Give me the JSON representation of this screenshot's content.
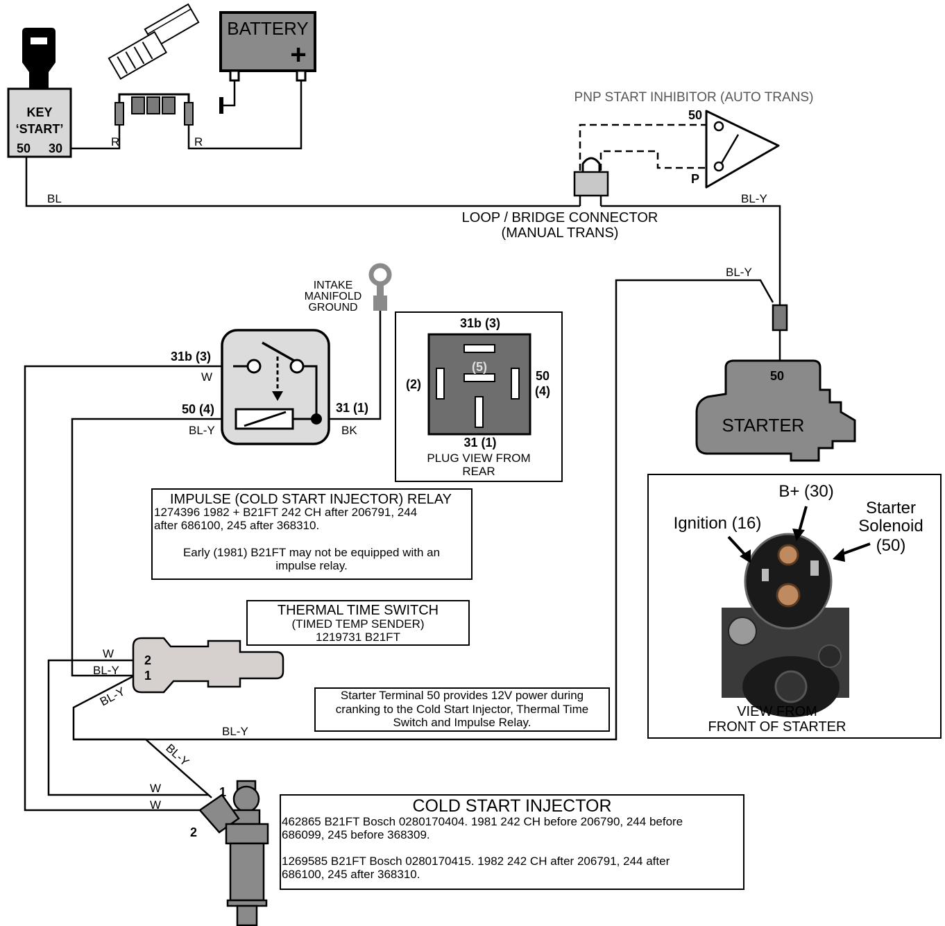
{
  "key_switch": {
    "line1": "KEY",
    "line2": "‘START’",
    "pin_50": "50",
    "pin_30": "30"
  },
  "battery": {
    "label": "BATTERY",
    "plus": "+"
  },
  "inhibitor": {
    "title": "PNP START INHIBITOR (AUTO TRANS)",
    "pin_50": "50",
    "pin_p": "P"
  },
  "bridge": {
    "line1": "LOOP / BRIDGE CONNECTOR",
    "line2": "(MANUAL TRANS)"
  },
  "ground": {
    "line1": "INTAKE",
    "line2": "MANIFOLD",
    "line3": "GROUND"
  },
  "relay": {
    "pin_31b": "31b (3)",
    "pin_50": "50 (4)",
    "pin_31": "31 (1)",
    "wire_w": "W",
    "wire_bly": "BL-Y",
    "wire_bk": "BK",
    "info_title": "IMPULSE (COLD START INJECTOR) RELAY",
    "info_line1": "1274396 1982 + B21FT 242 CH after 206791, 244",
    "info_line2": "after 686100, 245 after 368310.",
    "info_line3": "Early (1981) B21FT may not be equipped with an",
    "info_line4": "impulse relay."
  },
  "plug": {
    "top": "31b (3)",
    "center": "(5)",
    "left": "(2)",
    "right_a": "50",
    "right_b": "(4)",
    "bottom": "31 (1)",
    "caption1": "PLUG VIEW FROM",
    "caption2": "REAR"
  },
  "starter": {
    "label": "STARTER",
    "terminal": "50"
  },
  "starter_view": {
    "b_plus": "B+ (30)",
    "ignition": "Ignition (16)",
    "solenoid1": "Starter",
    "solenoid2": "Solenoid",
    "solenoid3": "(50)",
    "caption1": "VIEW FROM",
    "caption2": "FRONT OF STARTER"
  },
  "tts": {
    "title": "THERMAL TIME SWITCH",
    "line2": "(TIMED TEMP SENDER)",
    "line3": "1219731 B21FT",
    "pin2": "2",
    "pin1": "1"
  },
  "note": {
    "line1": "Starter Terminal 50 provides 12V power during",
    "line2": "cranking to the Cold Start Injector, Thermal Time",
    "line3": "Switch and Impulse Relay."
  },
  "injector": {
    "title": "COLD START INJECTOR",
    "line1": "462865 B21FT Bosch 0280170404. 1981 242 CH before 206790, 244 before",
    "line2": "686099, 245 before 368309.",
    "line3": "1269585 B21FT Bosch 0280170415. 1982 242 CH after 206791, 244 after",
    "line4": "686100, 245 after 368310.",
    "pin1": "1",
    "pin2": "2"
  },
  "wires": {
    "r1": "R",
    "r2": "R",
    "bl": "BL",
    "bly_top": "BL-Y",
    "bly_starter": "BL-Y",
    "w_tts": "W",
    "bly_tts": "BL-Y",
    "bly_diag": "BL-Y",
    "bly_inj": "BL-Y",
    "bly_mid": "BL-Y",
    "w_inj1": "W",
    "w_inj2": "W"
  },
  "colors": {
    "component_gray": "#8a8a8a",
    "relay_fill": "#dcdcdc",
    "tts_fill": "#d6d0cf",
    "plug_fill": "#6e6e6e"
  }
}
